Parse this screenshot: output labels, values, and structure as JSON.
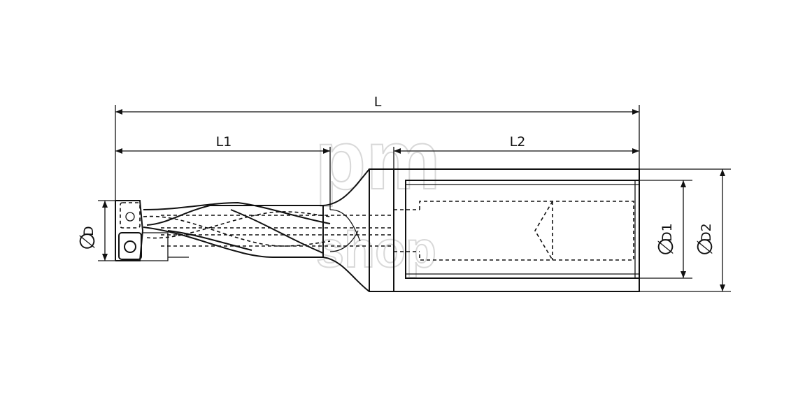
{
  "dimensions": {
    "overall_length": "L",
    "flute_length": "L1",
    "shank_length": "L2",
    "diameter_symbol": "∅",
    "drill_diameter": "D",
    "shank_inner_diameter": "D1",
    "shank_outer_diameter": "D2"
  },
  "watermark": {
    "line1": "pm",
    "line2": "shop"
  }
}
